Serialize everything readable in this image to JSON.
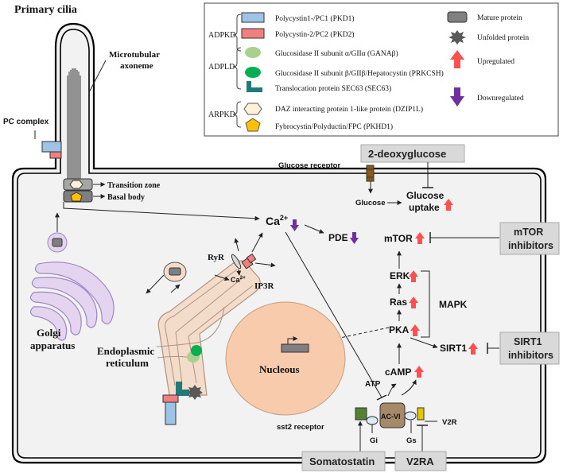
{
  "title": "Primary cilia",
  "legend": {
    "adpkd": "ADPKD",
    "adpld": "ADPLD",
    "arpkd": "ARPKD",
    "items": [
      "Polycystin1-/PC1 (PKD1)",
      "Polycystin-2/PC2 (PKD2)",
      "Glucosidase II subunit α/GIIα (GANAβ)",
      "Glucosidase II subunit β/GIIβ/Hepatocystin (PRKCSH)",
      "Translocation protein SEC63 (SEC63)",
      "DAZ interacting protein 1-like protein (DZIP1L)",
      "Fybrocystin/Polyductin/FPC (PKHD1)"
    ],
    "key": [
      "Mature protein",
      "Unfolded protein",
      "Upregulated",
      "Downregulated"
    ]
  },
  "labels": {
    "microtubular": "Microtubular",
    "axoneme": "axoneme",
    "pc_complex": "PC complex",
    "transition_zone": "Transition zone",
    "basal_body": "Basal body",
    "glucose_receptor": "Glucose receptor",
    "glucose": "Glucose",
    "glucose_uptake_1": "Glucose",
    "glucose_uptake_2": "uptake",
    "calcium": "Ca",
    "calcium_sup": "2+",
    "pde": "PDE",
    "mtor": "mTOR",
    "erk": "ERK",
    "ras": "Ras",
    "pka": "PKA",
    "mapk": "MAPK",
    "sirt1": "SIRT1",
    "camp": "cAMP",
    "atp": "ATP",
    "ryr": "RyR",
    "ca_small": "Ca",
    "ca_small_sup": "2+",
    "ip3r": "IP3R",
    "nucleous": "Nucleous",
    "er_1": "Endoplasmic",
    "er_2": "reticulum",
    "golgi_1": "Golgi",
    "golgi_2": "apparatus",
    "sst2_receptor": "sst2 receptor",
    "gi": "Gi",
    "gs": "Gs",
    "acvi": "AC-VI",
    "v2r": "V2R"
  },
  "boxes": {
    "deoxyglucose": "2-deoxyglucose",
    "mtor_inhibitors_1": "mTOR",
    "mtor_inhibitors_2": "inhibitors",
    "sirt1_inhibitors_1": "SIRT1",
    "sirt1_inhibitors_2": "inhibitors",
    "somatostatin": "Somatostatin",
    "v2ra": "V2RA"
  },
  "colors": {
    "pc1": "#9dc3e6",
    "pc2": "#f08080",
    "giia": "#a9d18e",
    "giib": "#00b050",
    "sec63": "#1f7a7a",
    "dzip1l": "#fdf2d9",
    "fpc": "#ffc000",
    "mature": "#808080",
    "up": "#ff5050",
    "down": "#7030a0",
    "cell_fill": "#f2f2f2",
    "er": "#f4dccb",
    "nucleus": "#f8cbad",
    "grey_box": "#d9d9d9"
  }
}
